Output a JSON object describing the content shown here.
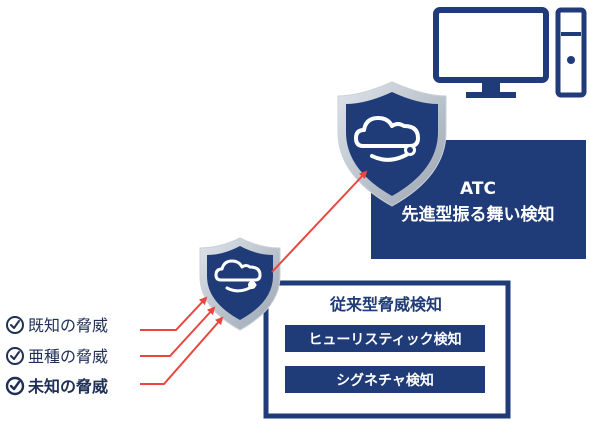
{
  "threats": [
    {
      "label": "既知の脅威",
      "emphasis": false
    },
    {
      "label": "亜種の脅威",
      "emphasis": false
    },
    {
      "label": "未知の脅威",
      "emphasis": true
    }
  ],
  "traditional_box": {
    "title": "従来型脅威検知",
    "items": [
      "ヒューリスティック検知",
      "シグネチャ検知"
    ]
  },
  "atc_box": {
    "title": "ATC",
    "subtitle": "先進型振る舞い検知"
  },
  "colors": {
    "navy": "#1f3b78",
    "shield_silver": "#b9c2cc",
    "arrow_red": "#e8473f",
    "check_navy": "#1f2f55"
  },
  "icons": [
    "check-circle-icon",
    "shield-cloud-icon",
    "desktop-computer-icon",
    "arrow-icon"
  ]
}
